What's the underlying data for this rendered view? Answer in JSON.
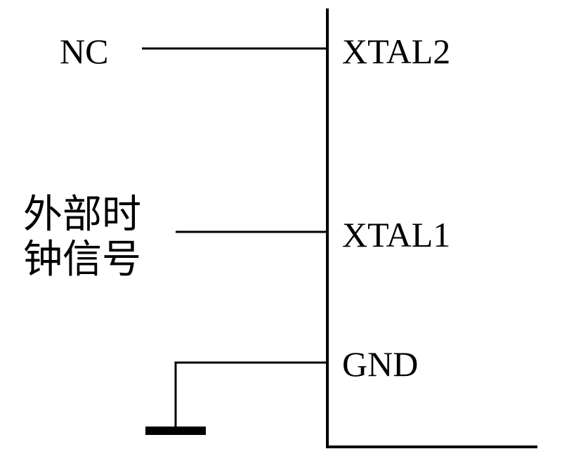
{
  "labels": {
    "nc": "NC",
    "xtal2": "XTAL2",
    "xtal1": "XTAL1",
    "gnd": "GND",
    "external_clock_line1": "外部时",
    "external_clock_line2": "钟信号"
  },
  "colors": {
    "line": "#000000",
    "background": "#ffffff"
  }
}
